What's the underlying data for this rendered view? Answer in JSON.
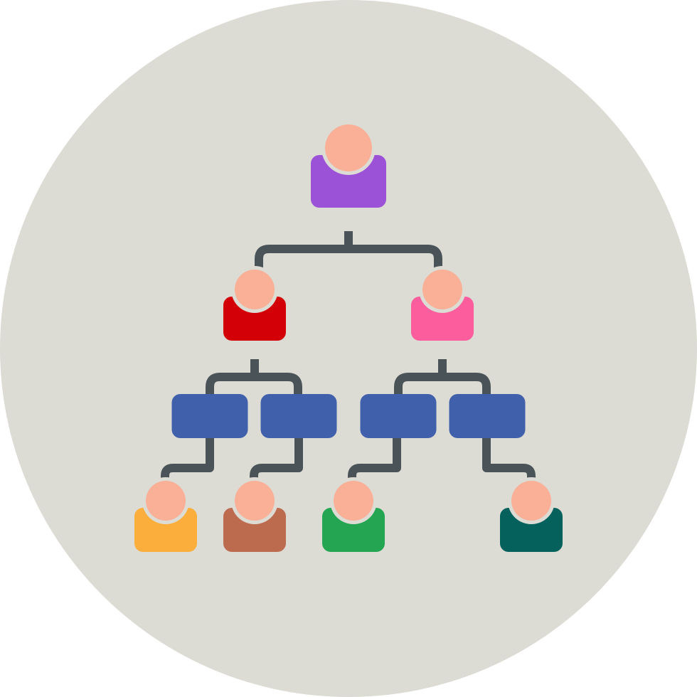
{
  "colors": {
    "background_circle": "#dcdcd5",
    "connector": "#4a5357",
    "head": "#f9b097",
    "box": "#4160ab"
  },
  "icon": {
    "name": "org-chart-icon"
  },
  "nodes": [
    {
      "id": "root",
      "kind": "person",
      "body_color": "#9b52d6"
    },
    {
      "id": "manager-left",
      "kind": "person",
      "body_color": "#d30008"
    },
    {
      "id": "manager-right",
      "kind": "person",
      "body_color": "#fb5d9d"
    },
    {
      "id": "unit-1",
      "kind": "box"
    },
    {
      "id": "unit-2",
      "kind": "box"
    },
    {
      "id": "unit-3",
      "kind": "box"
    },
    {
      "id": "unit-4",
      "kind": "box"
    },
    {
      "id": "member-1",
      "kind": "person",
      "body_color": "#fbae3c"
    },
    {
      "id": "member-2",
      "kind": "person",
      "body_color": "#bd6b4f"
    },
    {
      "id": "member-3",
      "kind": "person",
      "body_color": "#24a552"
    },
    {
      "id": "member-4",
      "kind": "person",
      "body_color": "#04615c"
    }
  ]
}
